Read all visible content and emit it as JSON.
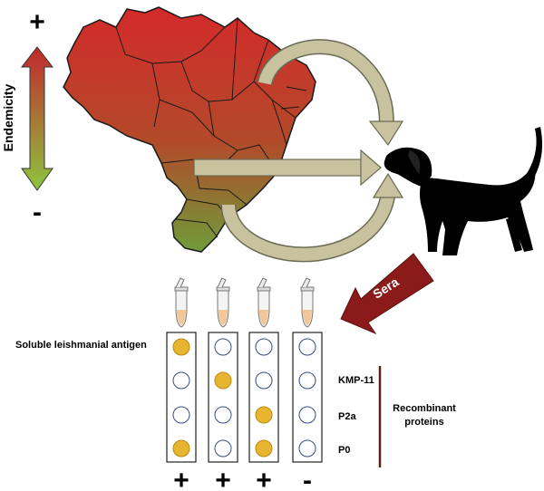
{
  "endemicity_scale": {
    "label": "Endemicity",
    "top_symbol": "+",
    "bottom_symbol": "-",
    "colors": {
      "high": "#c1272d",
      "low": "#8dc63f"
    }
  },
  "map": {
    "gradient_top": "#d42a2a",
    "gradient_bottom": "#7faa3a",
    "border_color": "#1a1a1a"
  },
  "dog_color": "#000000",
  "cycle_arrow_color": "#c8c39e",
  "sera_arrow": {
    "label": "Sera",
    "color": "#8b1a1a"
  },
  "antigen_label": "Soluble leishmanial antigen",
  "bracket": {
    "label_line1": "Recombinant",
    "label_line2": "proteins",
    "color": "#5a1e1e"
  },
  "row_labels": [
    "KMP-11",
    "P2a",
    "P0"
  ],
  "strips": [
    {
      "spots": [
        true,
        false,
        false,
        true
      ],
      "result": "+"
    },
    {
      "spots": [
        false,
        true,
        false,
        false
      ],
      "result": "+"
    },
    {
      "spots": [
        false,
        false,
        true,
        true
      ],
      "result": "+"
    },
    {
      "spots": [
        false,
        false,
        false,
        false
      ],
      "result": "-"
    }
  ],
  "spot_colors": {
    "positive": "#e8b530",
    "negative": "#ffffff",
    "outline": "#3a4a8a"
  },
  "tube_fluid_color": "#f2c89a"
}
